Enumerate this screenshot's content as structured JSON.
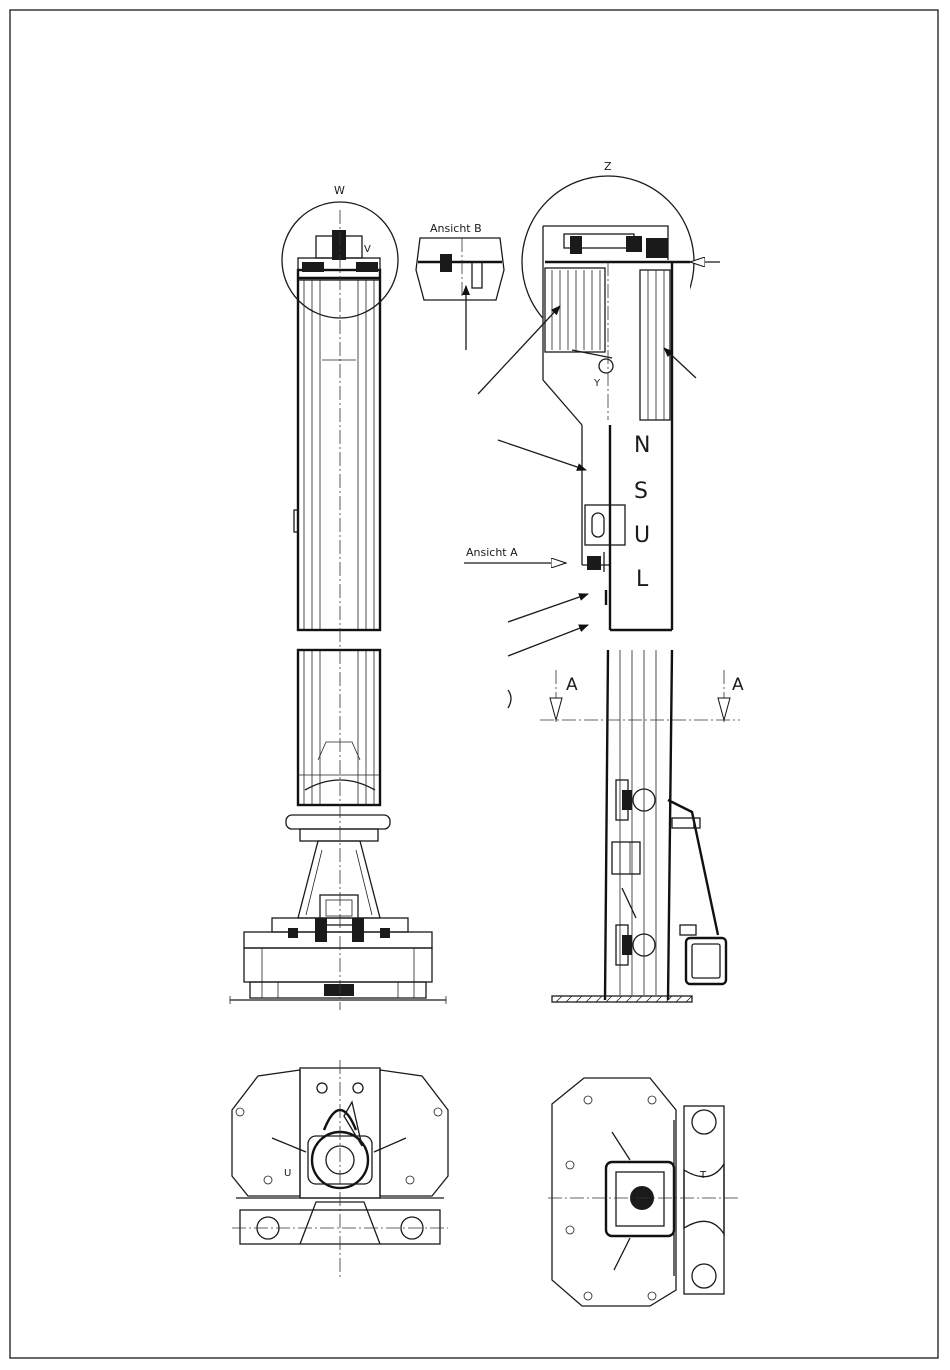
{
  "labels": {
    "detail_w": "W",
    "detail_z": "Z",
    "detail_v": "V",
    "detail_y": "Y",
    "view_b": "Ansicht B",
    "view_a": "Ansicht A",
    "section_a_left": "A",
    "section_a_right": "A",
    "letter_u": "U",
    "letter_t": "T",
    "marking": [
      "N",
      "S",
      "U",
      "L"
    ]
  }
}
